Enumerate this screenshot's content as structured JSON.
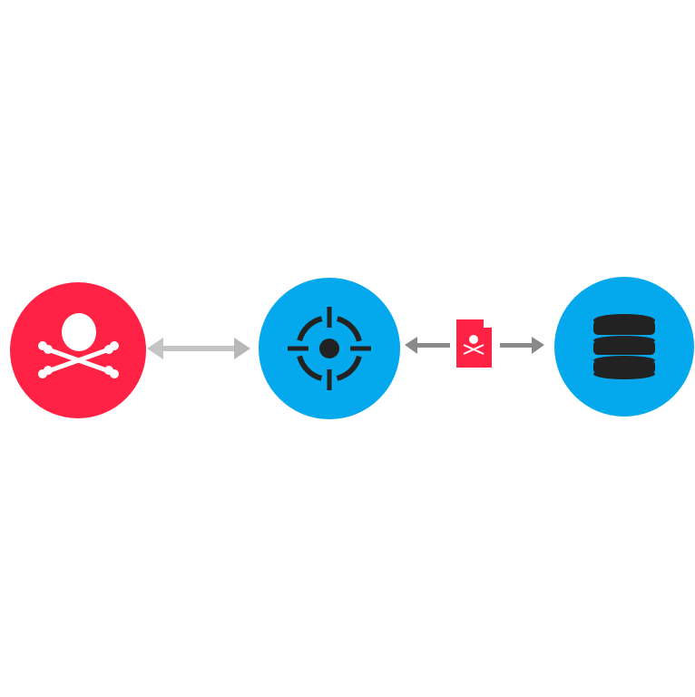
{
  "nodes": [
    {
      "id": "attacker",
      "icon": "skull-crossbones-icon",
      "color": "#FF2244"
    },
    {
      "id": "target",
      "icon": "crosshair-target-icon",
      "color": "#03A9EC"
    },
    {
      "id": "database",
      "icon": "database-icon",
      "color": "#03A9EC"
    }
  ],
  "edges": [
    {
      "from": "attacker",
      "to": "target",
      "direction": "bidirectional",
      "color": "#C8C8C8"
    },
    {
      "from": "database",
      "to": "target",
      "via": "malicious-file-icon",
      "color": "#8A8A8A"
    }
  ],
  "colors": {
    "icon_dark": "#222222",
    "icon_light": "#FFFFFF",
    "file": "#FF2244"
  }
}
